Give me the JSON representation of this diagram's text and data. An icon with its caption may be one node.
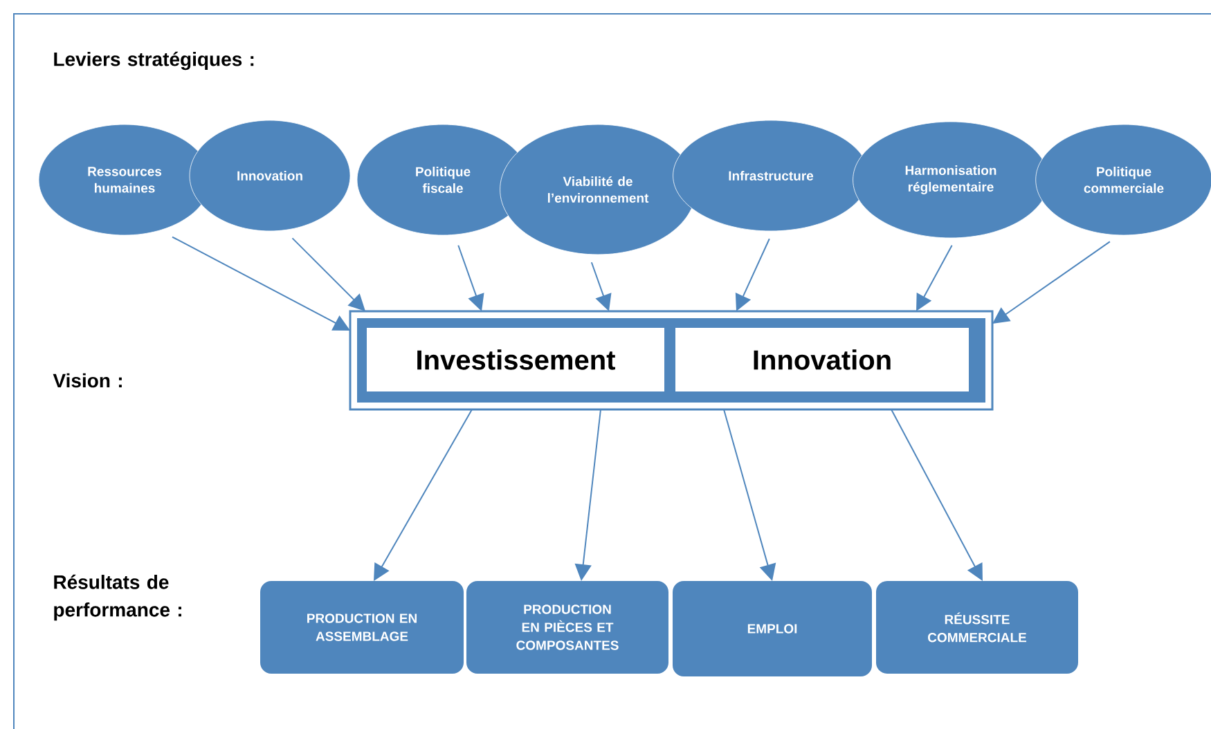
{
  "diagram": {
    "nodes": [
      {
        "text": [
          "Ressources humaines"
        ]
      },
      {
        "text": [
          "Innovation"
        ]
      },
      {
        "text": [
          "Politique fiscale"
        ]
      },
      {
        "text": [
          "Viabilité de l’environnement"
        ]
      },
      {
        "text": [
          "Infrastructure"
        ]
      },
      {
        "text": [
          "Harmonisation réglementaire"
        ]
      },
      {
        "text": [
          "Politique commerciale"
        ]
      },
      {
        "text": [],
        "shape": "box"
      },
      {
        "text": [
          "Investissement"
        ],
        "in": 7
      },
      {
        "text": [
          "Innovation"
        ],
        "in": 7
      },
      {
        "text": [
          "PRODUCTION EN ASSEMBLAGE"
        ]
      },
      {
        "text": [
          "PRODUCTION EN PIÈCES ET COMPOSANTES"
        ]
      },
      {
        "text": [
          "EMPLOI"
        ]
      },
      {
        "text": [
          "RÉUSSITE COMMERCIALE"
        ]
      }
    ],
    "edges": [
      {
        "from": 0,
        "to": 7,
        "arrow": "to"
      },
      {
        "from": 1,
        "to": 7,
        "arrow": "to"
      },
      {
        "from": 2,
        "to": 7,
        "arrow": "to"
      },
      {
        "from": 3,
        "to": 7,
        "arrow": "to"
      },
      {
        "from": 4,
        "to": 7,
        "arrow": "to"
      },
      {
        "from": 5,
        "to": 7,
        "arrow": "to"
      },
      {
        "from": 6,
        "to": 7,
        "arrow": "to"
      },
      {
        "from": 7,
        "to": 10,
        "arrow": "to"
      },
      {
        "from": 7,
        "to": 11,
        "arrow": "to"
      },
      {
        "from": 7,
        "to": 12,
        "arrow": "to"
      },
      {
        "from": 7,
        "to": 13,
        "arrow": "to"
      }
    ],
    "labels": [
      "Leviers stratégiques :",
      "Vision :",
      "Résultats de performance :"
    ]
  }
}
